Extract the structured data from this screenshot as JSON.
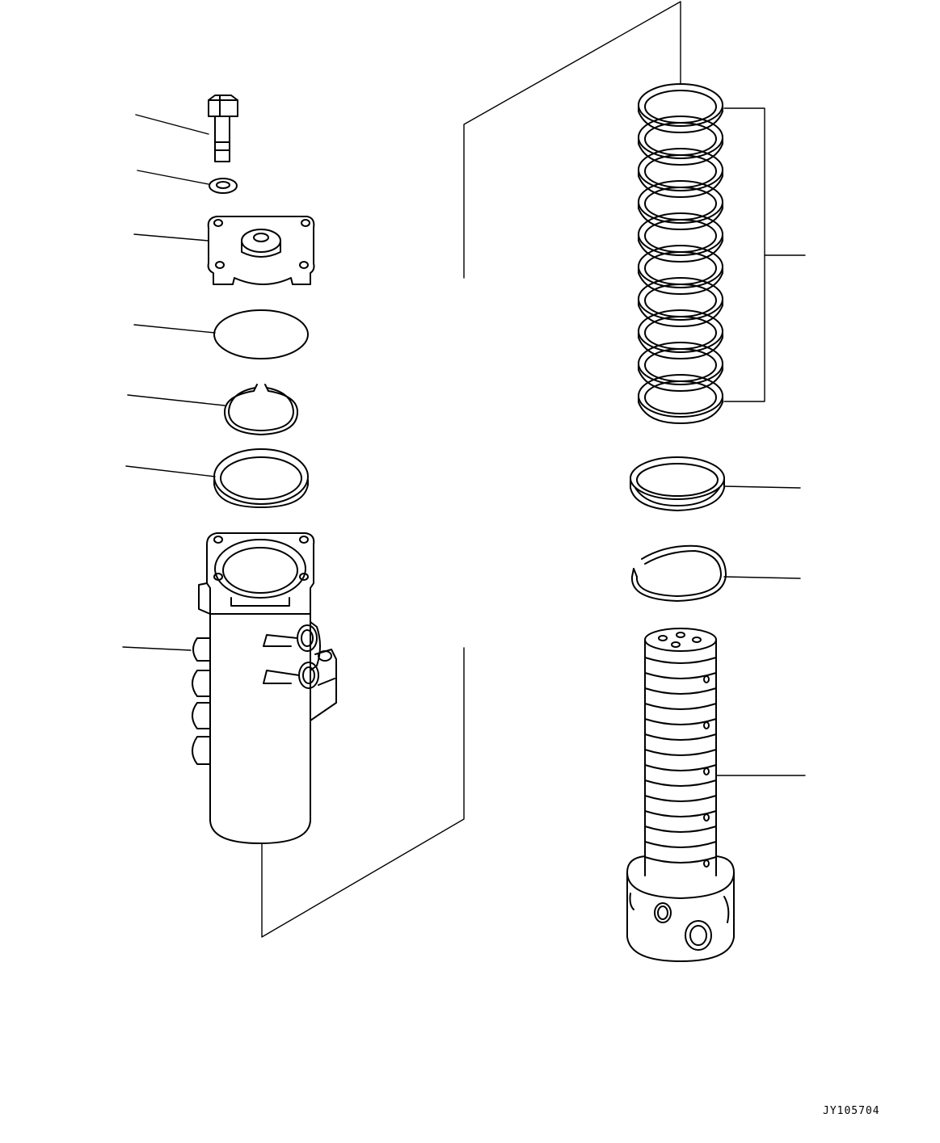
{
  "drawing": {
    "code": "JY105704",
    "line_color": "#000000",
    "background_color": "#ffffff"
  },
  "parts": [
    {
      "id": "bolt",
      "icon": "hex-bolt-icon"
    },
    {
      "id": "washer",
      "icon": "washer-icon"
    },
    {
      "id": "cover",
      "icon": "flange-cover-icon"
    },
    {
      "id": "gasket",
      "icon": "gasket-disc-icon"
    },
    {
      "id": "snap-ring",
      "icon": "snap-ring-icon"
    },
    {
      "id": "seal-ring",
      "icon": "seal-ring-icon"
    },
    {
      "id": "swivel-body",
      "icon": "swivel-body-icon"
    },
    {
      "id": "seal-ring-stack",
      "icon": "ring-stack-icon"
    },
    {
      "id": "dust-seal",
      "icon": "dust-seal-icon"
    },
    {
      "id": "retaining-ring",
      "icon": "retaining-ring-icon"
    },
    {
      "id": "swivel-shaft",
      "icon": "swivel-shaft-icon"
    }
  ]
}
